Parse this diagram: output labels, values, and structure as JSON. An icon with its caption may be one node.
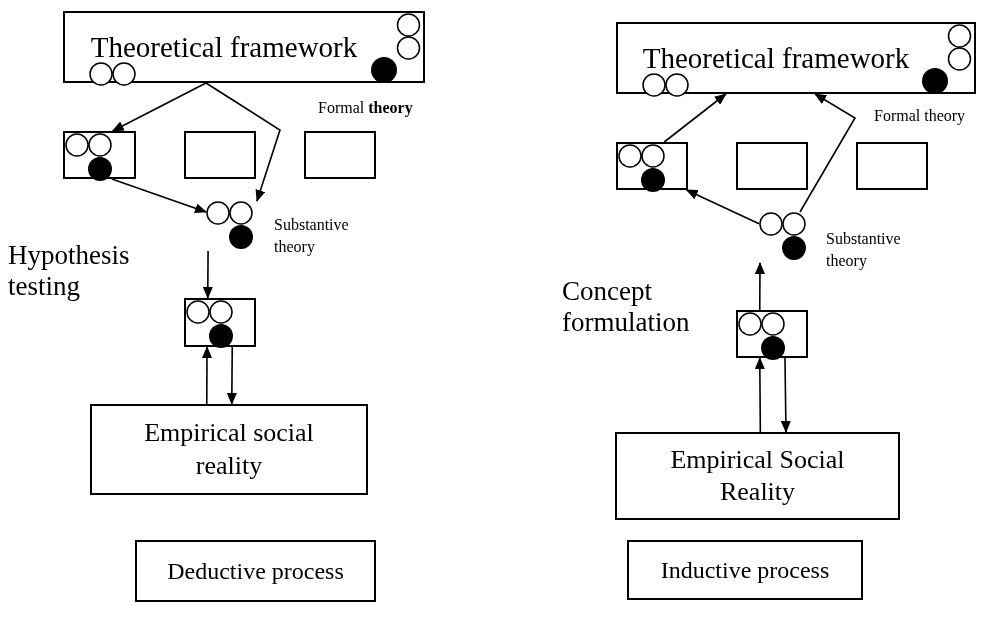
{
  "diagram": {
    "nodes": [
      {
        "text": [
          "Theoretical framework"
        ]
      },
      {
        "text": [],
        "shape": "box"
      },
      {
        "text": [],
        "shape": "box"
      },
      {
        "text": [],
        "shape": "box"
      },
      {
        "text": [],
        "shape": "circle",
        "beside": [
          "Substantive theory"
        ]
      },
      {
        "text": [],
        "shape": "box"
      },
      {
        "text": [
          "Empirical social reality"
        ]
      },
      {
        "text": [
          "Deductive process"
        ]
      },
      {
        "text": [
          "Theoretical framework"
        ]
      },
      {
        "text": [],
        "shape": "box"
      },
      {
        "text": [],
        "shape": "box"
      },
      {
        "text": [],
        "shape": "box"
      },
      {
        "text": [],
        "shape": "circle",
        "beside": [
          "Substantive theory"
        ]
      },
      {
        "text": [],
        "shape": "box"
      },
      {
        "text": [
          "Empirical Social Reality"
        ]
      },
      {
        "text": [
          "Inductive process"
        ]
      }
    ],
    "edges": [
      {
        "from": 0,
        "to": 1,
        "arrow": "to"
      },
      {
        "from": 0,
        "to": 4,
        "arrow": "to"
      },
      {
        "from": 1,
        "to": 4,
        "arrow": "to"
      },
      {
        "from": 4,
        "to": 5,
        "arrow": "to"
      },
      {
        "from": 6,
        "to": 5,
        "arrow": "to"
      },
      {
        "from": 5,
        "to": 6,
        "arrow": "to"
      },
      {
        "from": 9,
        "to": 8,
        "arrow": "to"
      },
      {
        "from": 12,
        "to": 8,
        "arrow": "to"
      },
      {
        "from": 12,
        "to": 9,
        "arrow": "to"
      },
      {
        "from": 13,
        "to": 12,
        "arrow": "to"
      },
      {
        "from": 14,
        "to": 13,
        "arrow": "to"
      },
      {
        "from": 13,
        "to": 14,
        "arrow": "to"
      }
    ],
    "labels": [
      "Formal **theory**",
      "Hypothesis testing",
      "Formal theory",
      "Concept formulation"
    ]
  }
}
